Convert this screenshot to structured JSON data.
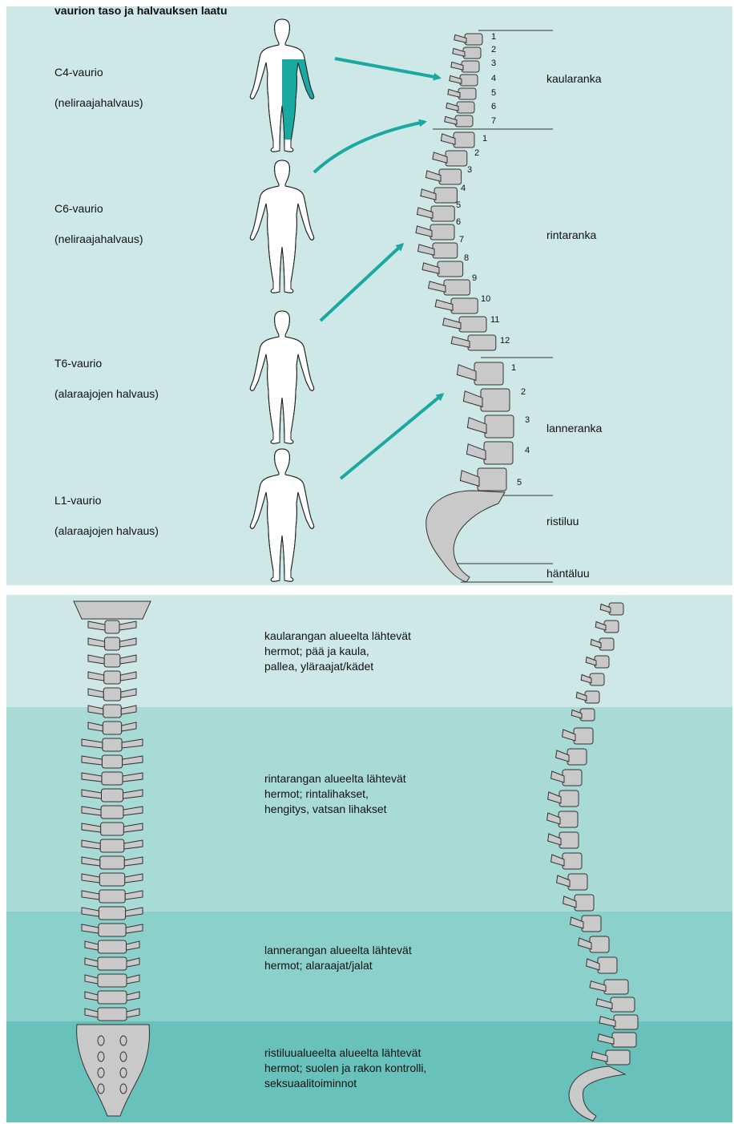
{
  "title": "vaurion taso ja halvauksen laatu",
  "injuries": [
    {
      "name": "C4-vaurio",
      "desc": "(neliraajahalvaus)"
    },
    {
      "name": "C6-vaurio",
      "desc": "(neliraajahalvaus)"
    },
    {
      "name": "T6-vaurio",
      "desc": "(alaraajojen halvaus)"
    },
    {
      "name": "L1-vaurio",
      "desc": "(alaraajojen halvaus)"
    }
  ],
  "spine_regions": [
    "kaularanka",
    "rintaranka",
    "lanneranka",
    "ristiluu",
    "häntäluu"
  ],
  "cervical_numbers": [
    "1",
    "2",
    "3",
    "4",
    "5",
    "6",
    "7"
  ],
  "thoracic_numbers": [
    "1",
    "2",
    "3",
    "4",
    "5",
    "6",
    "7",
    "8",
    "9",
    "10",
    "11",
    "12"
  ],
  "lumbar_numbers": [
    "1",
    "2",
    "3",
    "4",
    "5"
  ],
  "nerve_bands": [
    {
      "text": "kaularangan alueelta lähtevät\nhermot; pää ja kaula,\npallea, yläraajat/kädet"
    },
    {
      "text": "rintarangan alueelta lähtevät\nhermot; rintalihakset,\nhengitys, vatsan lihakset"
    },
    {
      "text": "lannerangan alueelta lähtevät\nhermot; alaraajat/jalat"
    },
    {
      "text": "ristiluualueelta alueelta lähtevät\nhermot; suolen ja rakon kontrolli,\nseksuaalitoiminnot"
    }
  ],
  "colors": {
    "teal": "#1aa9a1",
    "bone": "#c9c9c9",
    "panel": "#cde8e6"
  }
}
